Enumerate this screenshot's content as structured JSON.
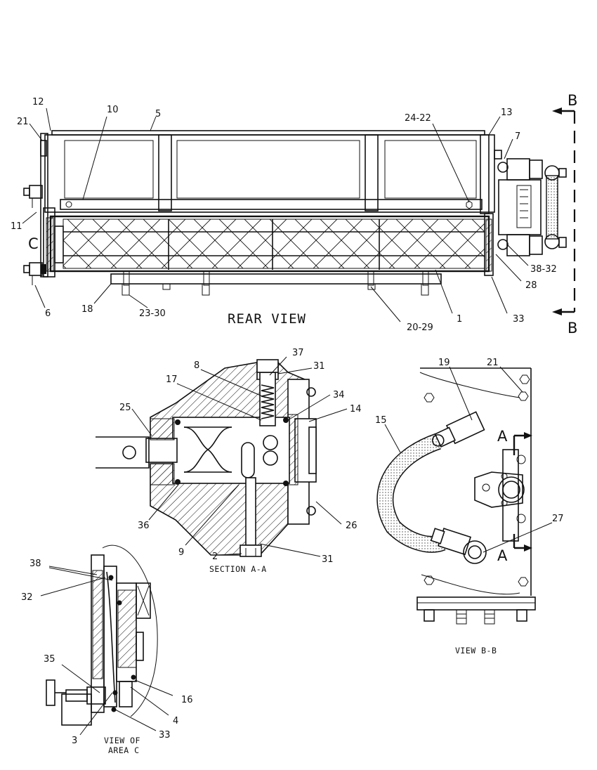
{
  "views": {
    "rear_view": {
      "title": "REAR VIEW"
    },
    "section_aa": {
      "title": "SECTION A-A"
    },
    "view_bb": {
      "title": "VIEW B-B"
    },
    "view_c": {
      "title_line1": "VIEW OF",
      "title_line2": "AREA C"
    }
  },
  "markers": {
    "section_b": "B",
    "section_a": "A",
    "area_c": "C"
  },
  "callouts": {
    "rear": [
      "12",
      "21",
      "10",
      "5",
      "24-22",
      "13",
      "7",
      "11",
      "6",
      "18",
      "23-30",
      "20-29",
      "1",
      "33",
      "28",
      "38-32"
    ],
    "section_aa": [
      "37",
      "8",
      "31",
      "17",
      "34",
      "14",
      "25",
      "36",
      "9",
      "2",
      "31",
      "26"
    ],
    "view_bb": [
      "19",
      "21",
      "15",
      "27"
    ],
    "view_c": [
      "38",
      "32",
      "35",
      "16",
      "4",
      "3",
      "33"
    ]
  }
}
